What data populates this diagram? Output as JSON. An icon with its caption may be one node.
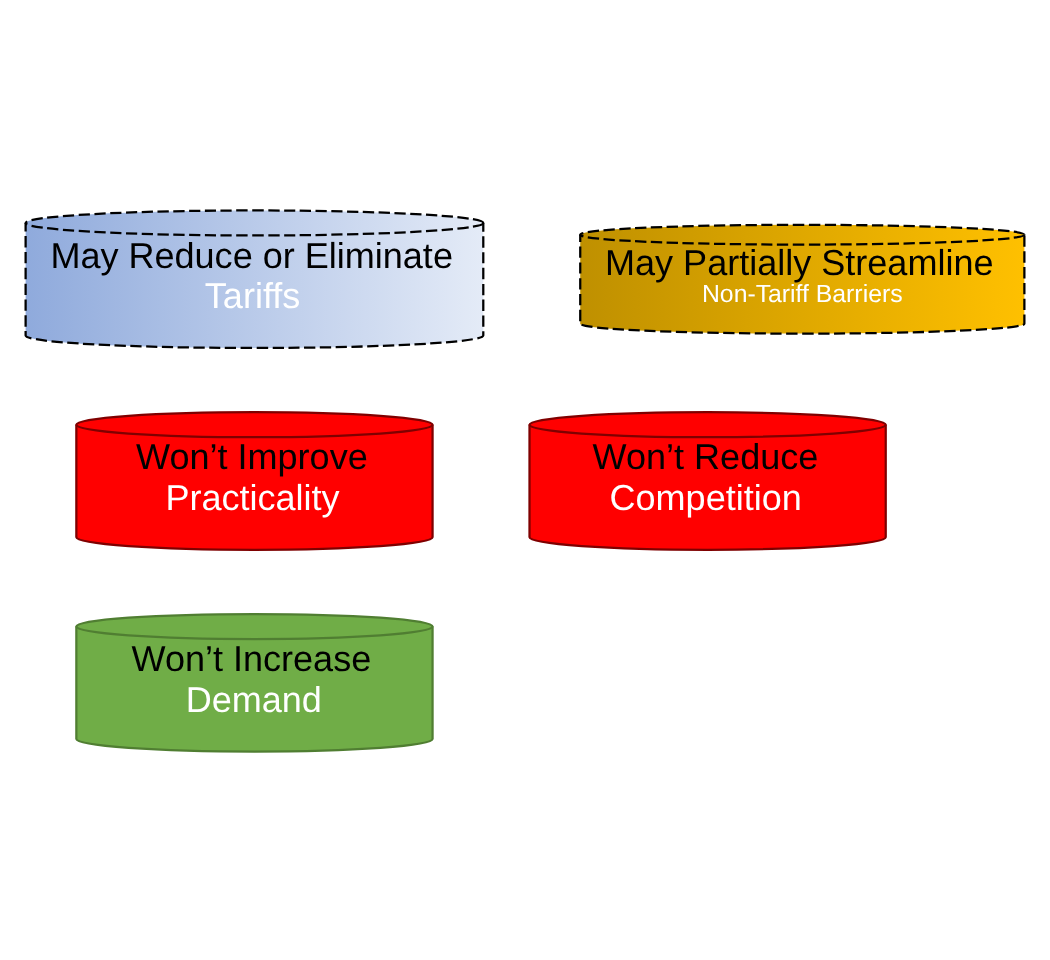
{
  "diagram": {
    "nodes": [
      {
        "text": [
          "May Reduce or Eliminate",
          "Tariffs"
        ]
      },
      {
        "text": [
          "May Partially Streamline",
          "Non-Tariff Barriers"
        ]
      },
      {
        "text": [
          "Won’t Improve",
          "Practicality"
        ]
      },
      {
        "text": [
          "Won’t Reduce",
          "Competition"
        ]
      },
      {
        "text": [
          "Won’t Increase",
          "Demand"
        ]
      }
    ],
    "edges": []
  }
}
